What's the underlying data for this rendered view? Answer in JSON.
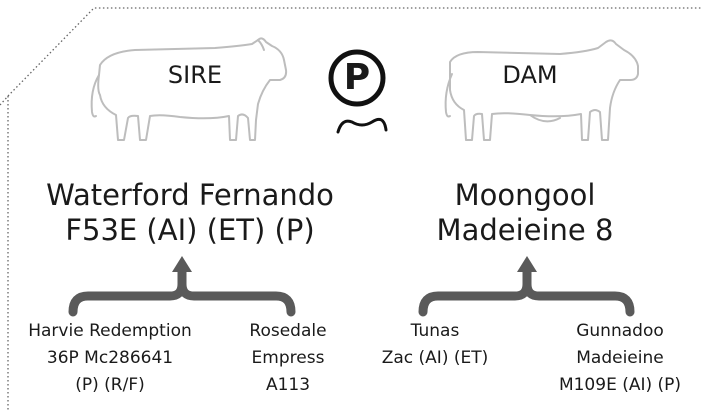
{
  "sire": {
    "label": "SIRE",
    "name_line1": "Waterford Fernando",
    "name_line2": "F53E (AI) (ET) (P)",
    "grandparents": [
      {
        "line1": "Harvie Redemption",
        "line2": "36P Mc286641",
        "line3": "(P) (R/F)"
      },
      {
        "line1": "Rosedale",
        "line2": "Empress",
        "line3": "A113"
      }
    ]
  },
  "dam": {
    "label": "DAM",
    "name_line1": "Moongool",
    "name_line2": "Madeieine 8",
    "grandparents": [
      {
        "line1": "Tunas",
        "line2": "Zac (AI) (ET)"
      },
      {
        "line1": "Gunnadoo",
        "line2": "Madeieine",
        "line3": "M109E (AI) (P)"
      }
    ]
  },
  "poll_badge": {
    "letter": "P"
  },
  "colors": {
    "bracket": "#5a5a5a",
    "outline": "#bdbdbd",
    "text": "#1a1a1a",
    "border": "#666666"
  }
}
